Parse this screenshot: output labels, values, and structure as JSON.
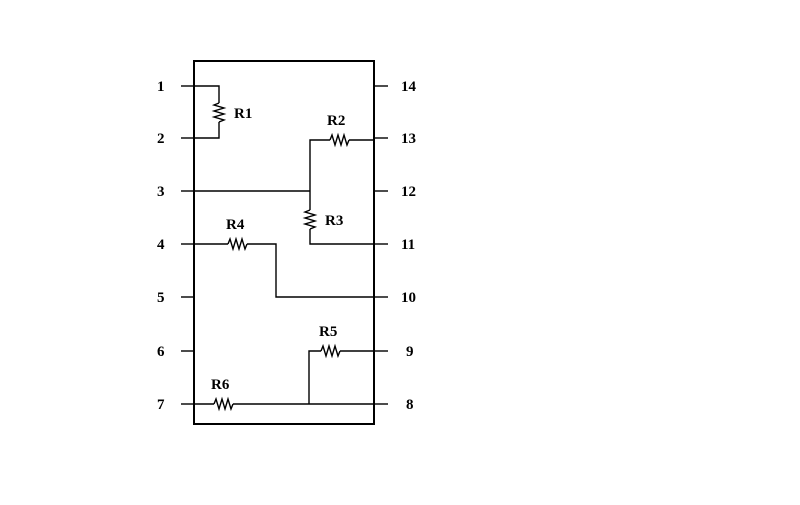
{
  "pins": {
    "p1": "1",
    "p2": "2",
    "p3": "3",
    "p4": "4",
    "p5": "5",
    "p6": "6",
    "p7": "7",
    "p8": "8",
    "p9": "9",
    "p10": "10",
    "p11": "11",
    "p12": "12",
    "p13": "13",
    "p14": "14"
  },
  "resistors": {
    "r1": "R1",
    "r2": "R2",
    "r3": "R3",
    "r4": "R4",
    "r5": "R5",
    "r6": "R6"
  },
  "colors": {
    "line": "#000000",
    "background": "#ffffff"
  }
}
